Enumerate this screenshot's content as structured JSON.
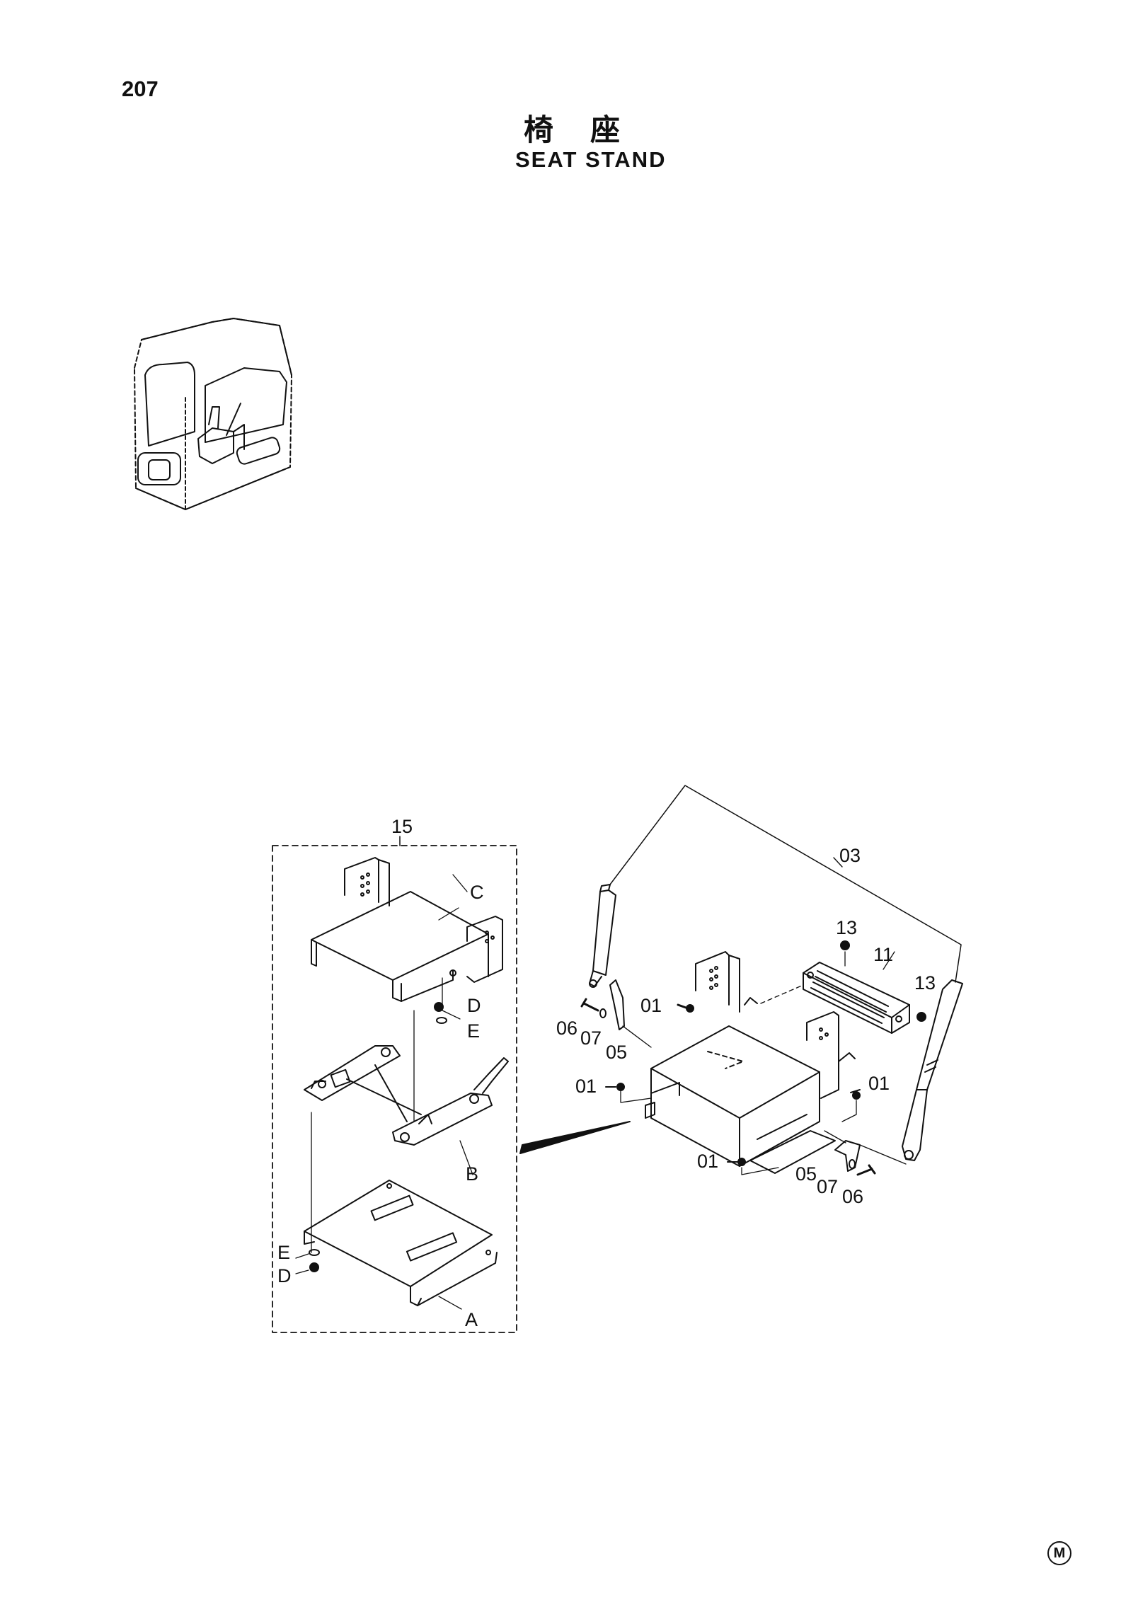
{
  "page": {
    "number": "207",
    "title_jp": "椅座",
    "title_en": "SEAT STAND",
    "mark": "M"
  },
  "callouts": {
    "assembly": "15",
    "rod": "03",
    "c": "C",
    "d1": "D",
    "e1": "E",
    "b": "B",
    "e2": "E",
    "d2": "D",
    "a": "A",
    "p13a": "13",
    "p11": "11",
    "p13b": "13",
    "p01a": "01",
    "p06a": "06",
    "p07a": "07",
    "p05a": "05",
    "p01b": "01",
    "p01c": "01",
    "p01d": "01",
    "p05b": "05",
    "p07b": "07",
    "p06b": "06"
  }
}
